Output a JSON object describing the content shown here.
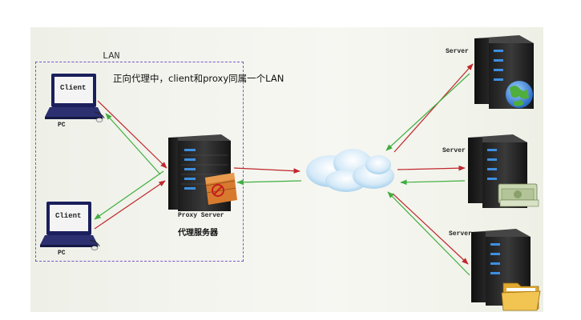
{
  "lan_label": "LAN",
  "caption": "正向代理中，client和proxy同属一个LAN",
  "clients": [
    {
      "screen_label": "Client",
      "label": "PC"
    },
    {
      "screen_label": "Client",
      "label": "PC"
    }
  ],
  "proxy": {
    "label": "Proxy Server",
    "label_cn": "代理服务器"
  },
  "servers": [
    {
      "label": "Server"
    },
    {
      "label": "Server"
    },
    {
      "label": "Server"
    }
  ],
  "colors": {
    "request_arrow": "#c0272d",
    "response_arrow": "#3fae3f",
    "lan_border": "#7a55c8"
  }
}
